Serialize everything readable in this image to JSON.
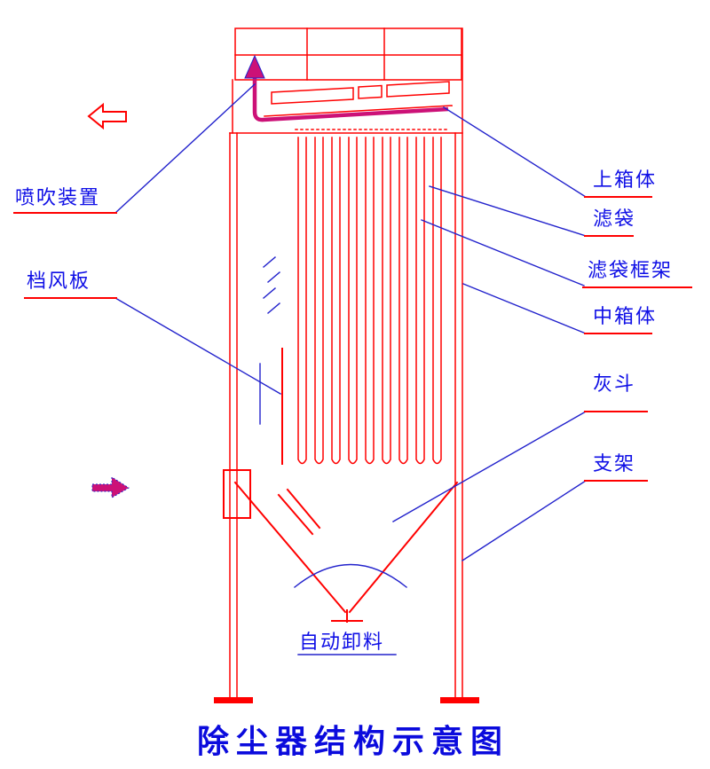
{
  "title": "除尘器结构示意图",
  "labels": {
    "blow_device": "喷吹装置",
    "baffle": "档风板",
    "upper_box": "上箱体",
    "filter_bag": "滤袋",
    "bag_cage": "滤袋框架",
    "middle_box": "中箱体",
    "ash_hopper": "灰斗",
    "support_frame": "支架",
    "auto_discharge": "自动卸料"
  },
  "colors": {
    "diagram_line_red": "#ff0000",
    "pulse_pipe_magenta": "#cc1177",
    "label_blue": "#0f0fe6",
    "leader_blue": "#2222cc"
  }
}
